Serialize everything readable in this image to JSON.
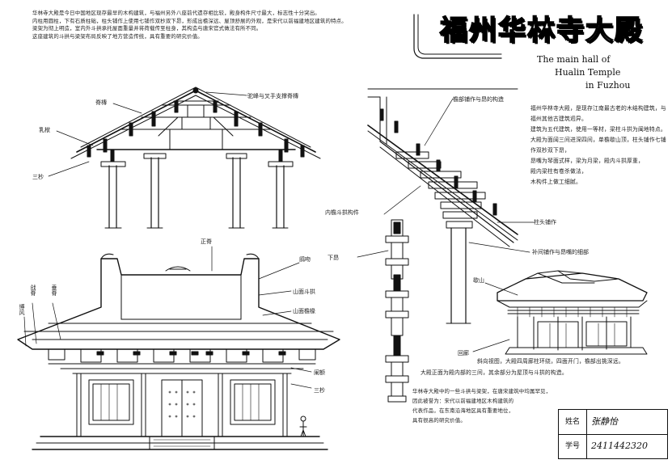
{
  "title": {
    "cn": "福州华林寺大殿",
    "en_lines": [
      "The main hall of",
      "Hualin Temple",
      "in Fuzhou"
    ]
  },
  "intro_text": [
    "华林寺大殿是今日中国地区现存最早的木构建筑，与福州另外八座前代遗存相比较，殿身构件尺寸最大，标志性十分突出。",
    "内柱用圆柱，下有石质柱础，柱头铺作上使用七铺作双杪双下昂，形成出檐深远、屋顶舒展的外观，是宋代以前福建地区建筑的特点。",
    "梁架为彻上明造，室内外斗拱承托屋面重量并将荷载传至柱身，其构造与唐宋官式做法有所不同。",
    "这座建筑的斗拱与梁架布局反映了地方营造传统，具有重要的研究价值。"
  ],
  "right_text": [
    "福州华林寺大殿，是现存江南最古老的木结构建筑，与福州其他古建筑迥异。",
    "建筑为五代建筑，使用一等材，梁柱斗拱为闽地特点。",
    "大殿为面阔三间进深四间，单檐歇山顶，柱头铺作七铺作双杪双下昂，",
    "昂嘴为琴面式样，梁为月梁，殿内斗拱厚重，",
    "殿内梁柱有卷杀做法，",
    "木构件上做工细腻。"
  ],
  "bottom_text_center": [
    "斜向视图，大殿四周廊柱环绕，四面开门，檐部出挑深远。",
    "大殿正面为殿内部的三间，其余部分为屋顶与斗拱的构造。"
  ],
  "bottom_text_lower": [
    "华林寺大殿中的一些斗拱与梁架，在唐宋建筑中均属罕见，",
    "因此被誉为：宋代以前福建地区木构建筑的",
    "代表作品，在东南沿海地区具有重要地位，",
    "具有很高的研究价值。"
  ],
  "labels": {
    "ridge_purlin": "脊槫",
    "ridge_top": "驼峰与叉手支撑脊槫",
    "rafter_left": "乳栿",
    "bracket_left": "三杪",
    "roof_section_top": "檐部铺作与昂的构造",
    "inner_bracket": "内檐斗拱构件",
    "bracket_column": "柱头铺作",
    "lower_right_eave": "补间铺作与昂嘴的细部",
    "crossbeam_bottom": "下昂",
    "elev_ridge": "正脊",
    "elev_hip": "鸱吻",
    "elev_left1": "戗脊",
    "elev_left2": "垂脊",
    "elev_left3": "博风",
    "elev_right1": "山面斗拱",
    "elev_right2": "山面檐椽",
    "elev_right3": "阑额",
    "elev_right4": "三杪",
    "iso_top": "歇山",
    "iso_bottom": "回廊"
  },
  "info": {
    "name_key": "姓名",
    "name_value": "张静怡",
    "id_key": "学号",
    "id_value": "2411442320"
  },
  "colors": {
    "ink": "#111111",
    "paper": "#ffffff"
  }
}
